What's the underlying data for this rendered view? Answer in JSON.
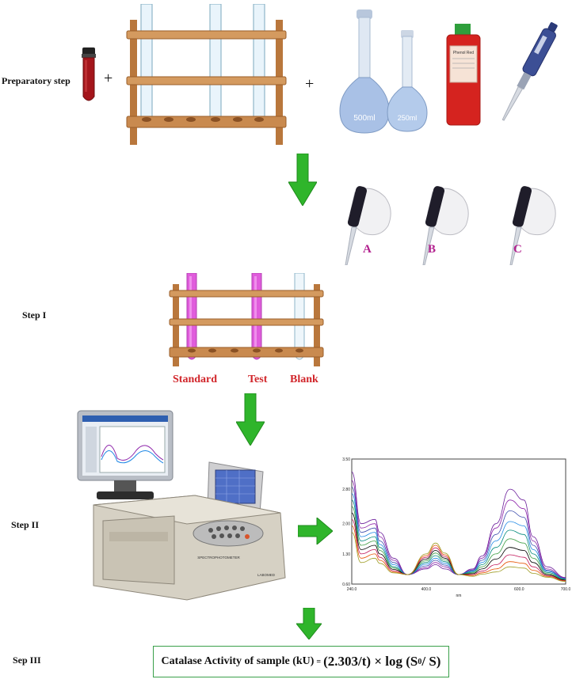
{
  "labels": {
    "preparatory": "Preparatory step",
    "step1": "Step I",
    "step2": "Step II",
    "step3": "Sep III"
  },
  "plus_signs": [
    "+",
    "+"
  ],
  "pipettes": [
    "A",
    "B",
    "C"
  ],
  "tubes": [
    "Standard",
    "Test",
    "Blank"
  ],
  "flasks": {
    "large": "500ml",
    "small": "250ml"
  },
  "bottle_label": "Phenol Red",
  "instrument": {
    "name": "SPECTROPHOTOMETER",
    "brand": "LABOMED"
  },
  "formula": {
    "lhs": "Catalase Activity of sample (kU)",
    "equals": "=",
    "rhs_a": "(2.303/t) × log (S",
    "sup": "0",
    "rhs_b": " / S)"
  },
  "colors": {
    "arrow": "#2fb52b",
    "pipette_label": "#b2208e",
    "tube_label": "#d1252a",
    "rack_wood": "#c98a4f",
    "pink_solution": "#e05cdc",
    "formula_border": "#3aa04a"
  },
  "chart_data": {
    "type": "line",
    "xlabel": "nm",
    "xlim": [
      240,
      700
    ],
    "ylim": [
      0.6,
      3.5
    ],
    "x_ticks": [
      "240.0",
      "400.0",
      "600.0",
      "700.0"
    ],
    "y_ticks": [
      "3.50",
      "2.80",
      "2.00",
      "1.30",
      "0.60"
    ],
    "x": [
      240,
      260,
      290,
      300,
      330,
      360,
      400,
      420,
      440,
      470,
      500,
      520,
      550,
      580,
      610,
      630,
      660,
      700
    ],
    "series": [
      {
        "values": [
          3.2,
          2.0,
          2.1,
          1.8,
          1.2,
          0.82,
          0.95,
          1.05,
          0.95,
          0.82,
          0.95,
          1.25,
          2.0,
          2.8,
          2.55,
          1.7,
          1.0,
          0.75
        ]
      },
      {
        "values": [
          3.0,
          1.9,
          2.0,
          1.7,
          1.15,
          0.82,
          0.98,
          1.1,
          1.0,
          0.82,
          0.93,
          1.2,
          1.9,
          2.55,
          2.35,
          1.6,
          0.95,
          0.74
        ]
      },
      {
        "values": [
          2.85,
          1.8,
          1.9,
          1.6,
          1.1,
          0.82,
          1.02,
          1.15,
          1.04,
          0.82,
          0.92,
          1.15,
          1.75,
          2.3,
          2.15,
          1.5,
          0.92,
          0.73
        ]
      },
      {
        "values": [
          2.7,
          1.7,
          1.8,
          1.52,
          1.05,
          0.82,
          1.06,
          1.2,
          1.08,
          0.82,
          0.9,
          1.1,
          1.6,
          2.05,
          1.95,
          1.4,
          0.9,
          0.72
        ]
      },
      {
        "values": [
          2.55,
          1.6,
          1.7,
          1.45,
          1.0,
          0.82,
          1.1,
          1.26,
          1.12,
          0.82,
          0.88,
          1.05,
          1.45,
          1.85,
          1.75,
          1.3,
          0.87,
          0.71
        ]
      },
      {
        "values": [
          2.4,
          1.5,
          1.6,
          1.38,
          0.97,
          0.82,
          1.14,
          1.32,
          1.16,
          0.82,
          0.86,
          1.0,
          1.3,
          1.65,
          1.55,
          1.2,
          0.84,
          0.7
        ]
      },
      {
        "values": [
          2.25,
          1.4,
          1.5,
          1.3,
          0.94,
          0.82,
          1.18,
          1.38,
          1.2,
          0.82,
          0.84,
          0.95,
          1.18,
          1.45,
          1.38,
          1.1,
          0.82,
          0.69
        ]
      },
      {
        "values": [
          2.1,
          1.3,
          1.4,
          1.22,
          0.91,
          0.82,
          1.22,
          1.44,
          1.24,
          0.82,
          0.82,
          0.9,
          1.05,
          1.28,
          1.22,
          1.0,
          0.8,
          0.68
        ]
      },
      {
        "values": [
          1.95,
          1.2,
          1.3,
          1.15,
          0.88,
          0.82,
          1.26,
          1.5,
          1.28,
          0.82,
          0.8,
          0.86,
          0.95,
          1.12,
          1.08,
          0.92,
          0.78,
          0.67
        ]
      },
      {
        "values": [
          1.8,
          1.1,
          1.2,
          1.08,
          0.86,
          0.82,
          1.3,
          1.55,
          1.32,
          0.82,
          0.78,
          0.83,
          0.88,
          1.0,
          0.97,
          0.85,
          0.76,
          0.66
        ]
      }
    ],
    "colors": [
      "#6a1b9a",
      "#8e24aa",
      "#3949ab",
      "#1e88e5",
      "#00897b",
      "#43a047",
      "#000000",
      "#c2185b",
      "#e65100",
      "#9e9d24"
    ],
    "grid": false
  }
}
